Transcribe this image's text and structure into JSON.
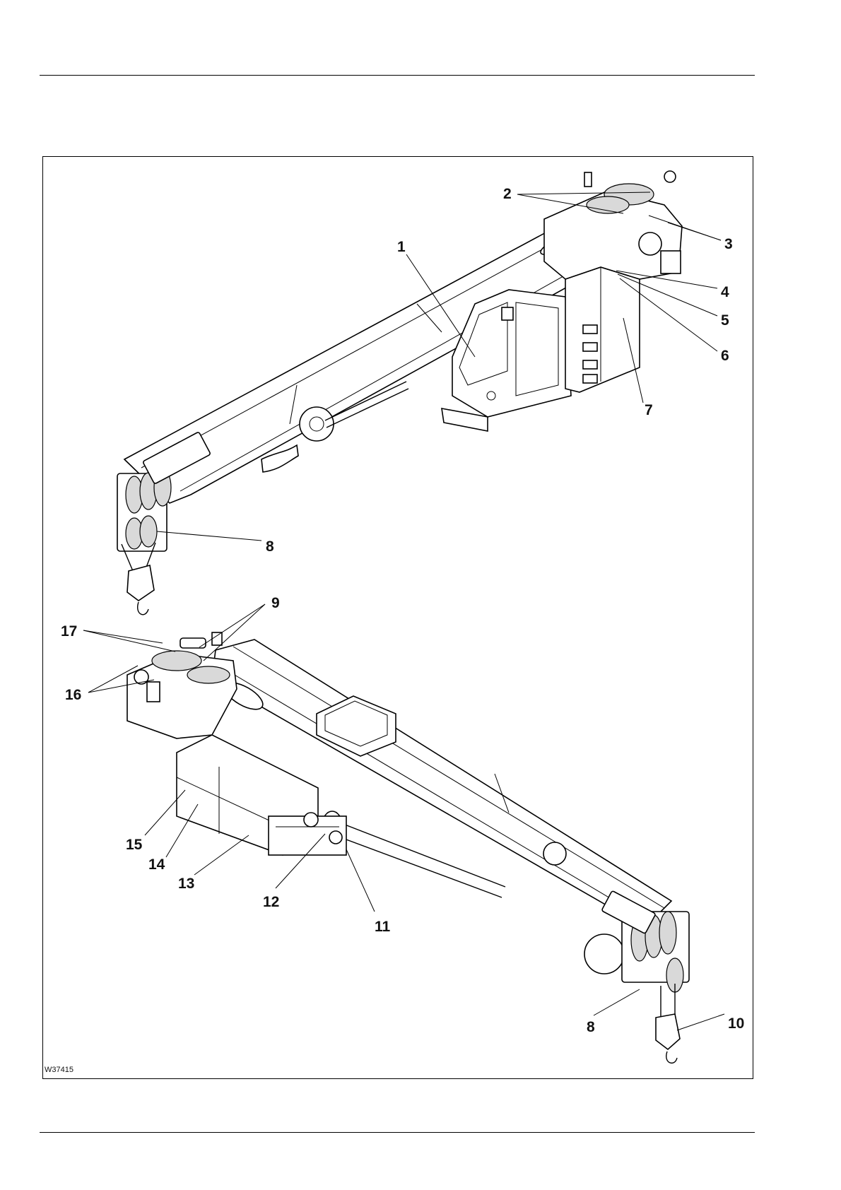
{
  "figure": {
    "reference": "W37415",
    "callouts": [
      {
        "id": "c1",
        "label": "1"
      },
      {
        "id": "c2",
        "label": "2"
      },
      {
        "id": "c3",
        "label": "3"
      },
      {
        "id": "c4",
        "label": "4"
      },
      {
        "id": "c5",
        "label": "5"
      },
      {
        "id": "c6",
        "label": "6"
      },
      {
        "id": "c7",
        "label": "7"
      },
      {
        "id": "c8a",
        "label": "8"
      },
      {
        "id": "c9",
        "label": "9"
      },
      {
        "id": "c17",
        "label": "17"
      },
      {
        "id": "c16",
        "label": "16"
      },
      {
        "id": "c15",
        "label": "15"
      },
      {
        "id": "c14",
        "label": "14"
      },
      {
        "id": "c13",
        "label": "13"
      },
      {
        "id": "c12",
        "label": "12"
      },
      {
        "id": "c11",
        "label": "11"
      },
      {
        "id": "c8b",
        "label": "8"
      },
      {
        "id": "c10",
        "label": "10"
      }
    ]
  }
}
